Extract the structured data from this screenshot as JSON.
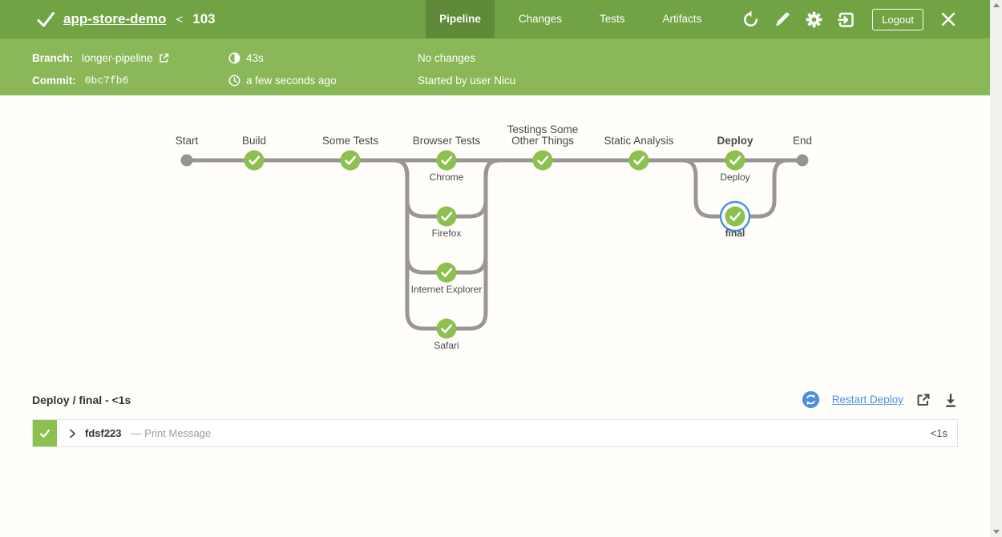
{
  "topbar": {
    "pipeline_name": "app-store-demo",
    "separator": "<",
    "run_number": "103",
    "tabs": [
      {
        "label": "Pipeline",
        "active": true
      },
      {
        "label": "Changes",
        "active": false
      },
      {
        "label": "Tests",
        "active": false
      },
      {
        "label": "Artifacts",
        "active": false
      }
    ],
    "logout_label": "Logout"
  },
  "infobar": {
    "branch_label": "Branch:",
    "branch_value": "longer-pipeline",
    "commit_label": "Commit:",
    "commit_value": "0bc7fb6",
    "duration": "43s",
    "started_ago": "a few seconds ago",
    "changes_text": "No changes",
    "started_by_text": "Started by user Nicu"
  },
  "graph": {
    "nodes": [
      {
        "kind": "terminal",
        "label": "Start"
      },
      {
        "kind": "stage",
        "label": "Build",
        "status": "success"
      },
      {
        "kind": "stage",
        "label": "Some Tests",
        "status": "success"
      },
      {
        "kind": "parallel",
        "label": "Browser Tests",
        "status": "success",
        "branches": [
          {
            "label": "Chrome",
            "status": "success"
          },
          {
            "label": "Firefox",
            "status": "success"
          },
          {
            "label": "Internet Explorer",
            "status": "success"
          },
          {
            "label": "Safari",
            "status": "success"
          }
        ]
      },
      {
        "kind": "stage",
        "label": "Testings Some Other Things",
        "label_lines": [
          "Testings Some",
          "Other Things"
        ],
        "status": "success"
      },
      {
        "kind": "stage",
        "label": "Static Analysis",
        "status": "success"
      },
      {
        "kind": "parallel",
        "label": "Deploy",
        "bold": true,
        "status": "success",
        "branches": [
          {
            "label": "Deploy",
            "status": "success"
          },
          {
            "label": "final",
            "status": "success",
            "selected": true
          }
        ]
      },
      {
        "kind": "terminal",
        "label": "End"
      }
    ]
  },
  "detail": {
    "title": "Deploy / final - <1s",
    "restart_link": "Restart Deploy",
    "step": {
      "id": "fdsf223",
      "description": "— Print Message",
      "duration": "<1s"
    }
  },
  "colors": {
    "topbar_green": "#71A344",
    "tab_active_green": "#5E8A39",
    "infobar_green": "#8AB757",
    "node_green": "#8CC04F",
    "line_gray": "#999693",
    "dot_gray": "#949493",
    "label_dark": "#4A4A4A",
    "selected_blue": "#4A90E2"
  }
}
